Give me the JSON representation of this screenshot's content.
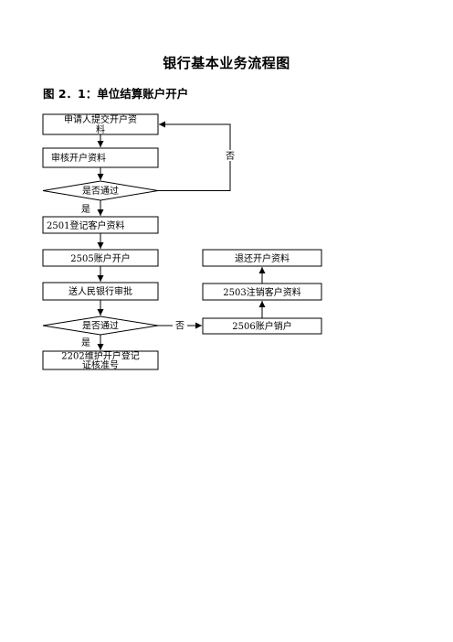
{
  "document": {
    "title": "银行基本业务流程图",
    "subtitle": "图 2．1：单位结算账户开户"
  },
  "flow": {
    "n1": [
      "申请人提交开户资",
      "料"
    ],
    "n2": "审核开户资料",
    "d1": "是否通过",
    "yes1": "是",
    "no1": "否",
    "n3": "2501登记客户资料",
    "n4": "2505账户开户",
    "n5": "送人民银行审批",
    "d2": "是否通过",
    "yes2": "是",
    "no2": "否",
    "n6": [
      "2202维护开户登记",
      "证核准号"
    ],
    "r1": "2506账户销户",
    "r2": "2503注销客户资料",
    "r3": "退还开户资料"
  }
}
